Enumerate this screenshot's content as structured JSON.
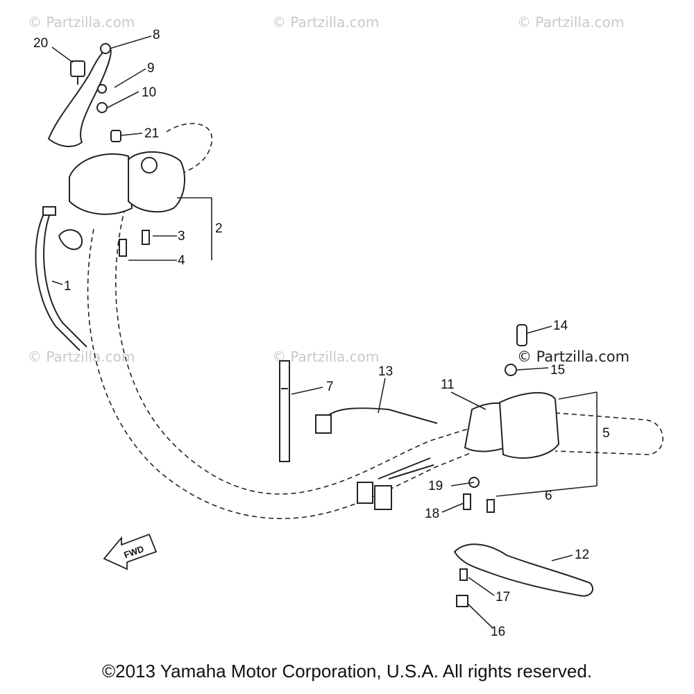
{
  "watermarks": [
    "© Partzilla.com",
    "© Partzilla.com",
    "© Partzilla.com",
    "© Partzilla.com",
    "© Partzilla.com",
    "© Partzilla.com"
  ],
  "callouts": [
    "1",
    "2",
    "3",
    "4",
    "5",
    "6",
    "7",
    "8",
    "9",
    "10",
    "11",
    "12",
    "13",
    "14",
    "15",
    "16",
    "17",
    "18",
    "19",
    "20",
    "21"
  ],
  "fwd_label": "FWD",
  "copyright": "©2013 Yamaha Motor Corporation, U.S.A. All rights reserved."
}
